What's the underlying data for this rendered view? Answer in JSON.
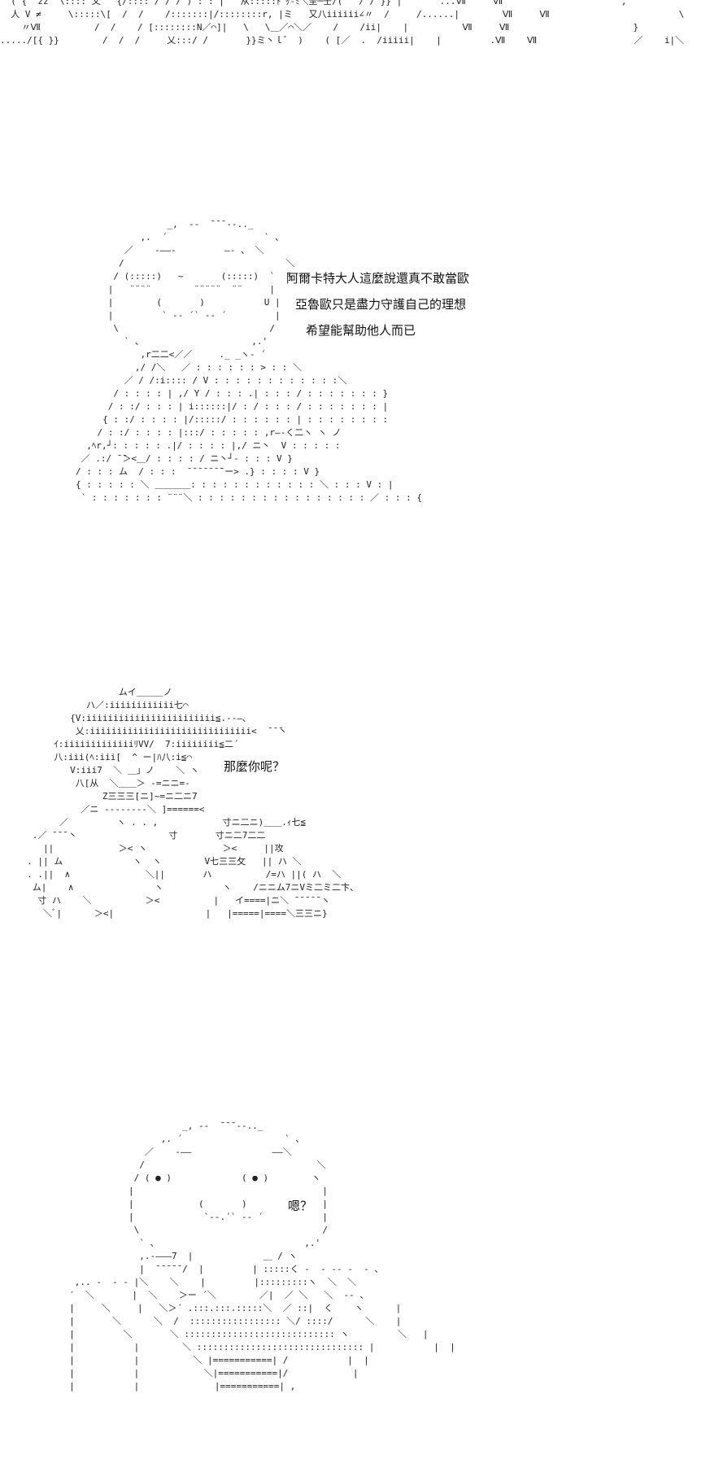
{
  "panels": [
    {
      "id": "top-fragment",
      "art": [
        "  ( {  zz  \\:::: 乂   {/:::: / / / ) : : |   从:::::ﾄﾞｯ‐ﾐ＼圭─壬/(   / / }} |       ...Ⅶ     Ⅶ                      ,",
        "  人 V ≠     \\:::::\\[  /  /    /:::::::|/::::::::r, |ミ   又八iiiiii∠〃  /     /......|        Ⅶ     Ⅶ                        \\",
        "    〃Ⅶ          /  /    / [::::::::N／⌒]|   \\   \\＿／⌒＼／    /    /ii|    |          Ⅶ     Ⅶ                       }",
        "...../[{ }}        /  /  /     乂:::/ /       }}ミ丶ｌ゛ )    ( [／  .  /iiiii|    |         .Ⅶ    Ⅶ                  ／    i|＼"
      ]
    },
    {
      "id": "bald-man-panel",
      "art": [
        "                         _,  --  ̄ ̄ ̄ ‐-.._",
        "                    ,.  ´                  ` 、",
        "                 ／    ‐――‐         ―‐ 、 ＼",
        "                /                              ＼",
        "               / (:::::)   ~       (:::::)  `  ヽ",
        "              |   ¨¨¨¨        ¨¨¨¨¨  ¨¨     |",
        "              |        (       )           U |",
        "              |         ` ‐‐ ´` ‐‐ ´         |",
        "               \\                            /",
        "                 ` 、                    ,.'",
        "                    ,r二二<／／     ._ _ヽ‐ ´",
        "                   ,/ /＼   ／ : : : : : : > : : ＼",
        "                 ／ / /:i:::: / V : : : : : : : : : : : :＼",
        "               / : : : : | ,/ Y / : : : .| : : : / : : : : : : : }",
        "              / : :/ : : : | i::::::|/ : / : : : / : : : : : : : |",
        "             { : :/ : : : : |/:::::/ : : : : : : | : : : : : : : :",
        "            / : :/ : : : : |:::/ : : : : : ,r―‐く二ヽ ヽ ノ",
        "          ,ﾍr,┘: : : : : .|/ : : : : |,/ ニ丶  V : : : : :",
        "         ／ .:/ ̄ ̄＞<＿/ : : : : / ニ丶┘‐ : : : V }",
        "        / : : : ム  / : : :  ̄ ̄ ̄ ̄ ̄ ̄ ̄¨ー> .} : : : : V }",
        "        { : : : : : ＼ ＿＿＿＿: : : : : : : : : : : : ＼ : : : V : |",
        "         ` : : : : : : : ¨¨¨＼ : : : : : : : : : : : : : : : : ／ : : : {"
      ],
      "dialogue": [
        "阿爾卡特大人這麼說還真不敢當歐",
        "亞魯歐只是盡力守護自己的理想",
        "希望能幫助他人而已"
      ]
    },
    {
      "id": "armored-figure-panel",
      "art": [
        "                      ムイ＿＿＿ノ",
        "                ハ／:iiiiiiiiiiii七⌒",
        "             {V:iiiiiiiiiiiiiiiiiiiiiiii≦.-‐―､",
        "              乂:iiiiiiiiiiiiiiiiiiiiiiiiiiiiii<  ̄ ̄ ̄丶",
        "          ｲ:iiiiiiiiiiiiiﾘVV/  7:iiiiiiii≦二´",
        "          八:iii(ﾍ:iii[  ^ ー|ﾊ八:i≦⌒",
        "             V:iii7  ＼ ＿」ノ    ＼ ヽ",
        "              八[从  ＼＿＿＞ -=ニニ=-",
        "                   Z三三三[ニ]~=ニ二ニ7",
        "               ／ニ ‐‐‐‐‐‐‐‐＼ ]======<",
        "           ／         ヽ . . ,            寸ニ二ニ)＿＿.ｨ七≦",
        "      .／ ̄ ̄ ̄ 丶                 寸       寸ニ二7二二",
        "        ||            ＞< ヽ              ＞<     ||攻",
        "     . || ム             ヽ  ヽ        V七三三攵   || ハ ＼",
        "     . .||  ∧              ＼||       ハ          /=ハ ||( ハ  ＼",
        "      ム|    ∧               ヽ           ヽ    /ニニム7ニVミ二ミ二卞、",
        "       寸 ハ    ＼          ＞<          |   イ====|ニ＼ ̄ ̄ ̄ ̄ ̄ ヽ",
        "        ＼ﾞ|      ＞<|                 |   |=====|====＼三三ニ}"
      ],
      "dialogue": [
        "那麼你呢？"
      ]
    },
    {
      "id": "bald-man-surprised-panel",
      "art": [
        "                          _, -‐  ̄ ̄ ̄ ‐-.._",
        "                      ,. ´                   ` 、",
        "                   ／    ‐――               ――＼",
        "                  /                                ＼",
        "                 / ( ● )             ( ● )        ヽ",
        "                |                                   |",
        "                |            (       )              |",
        "                |             `‐‐.´` ‐‐ ´           |",
        "                 \\                                  /",
        "                  ` 、                           ,.'",
        "                  ,.‐―――7  |             ＿ / ヽ",
        "                  |  ̄ ̄ ̄ ̄ ̄ /  |         | :::::く ‐  ‐ ‐‐ ‐  ‐ 、",
        "      ,.. ‐  ‐ ‐ |＼    ＼    |         |:::::::::ヽ  ＼  ＼",
        "     ′  ＼       |  ＼    ＞ー ´＼        ／|  ／ ＼   ＼  ‐‐ 、",
        "     |     ＼     |   ＼＞´ .:::.:::.:::::＼  ／ ::|  く    ヽ      |",
        "     |       ＼      ＼  /  ::::::::::::::::: ＼/ ::::/      ＼    |",
        "     |         ＼       ＼ :::::::::::::::::::::::::::: ヽ         ＼   |",
        "     |           |        ＼ ::::::::::::::::::::::::::::::: |           |  |",
        "     |           |          ＼ |===========| /           |  |",
        "     |           |            ＼|===========|/            |",
        "     |           |              |===========| ,"
      ],
      "dialogue": [
        "嗯？"
      ]
    }
  ]
}
